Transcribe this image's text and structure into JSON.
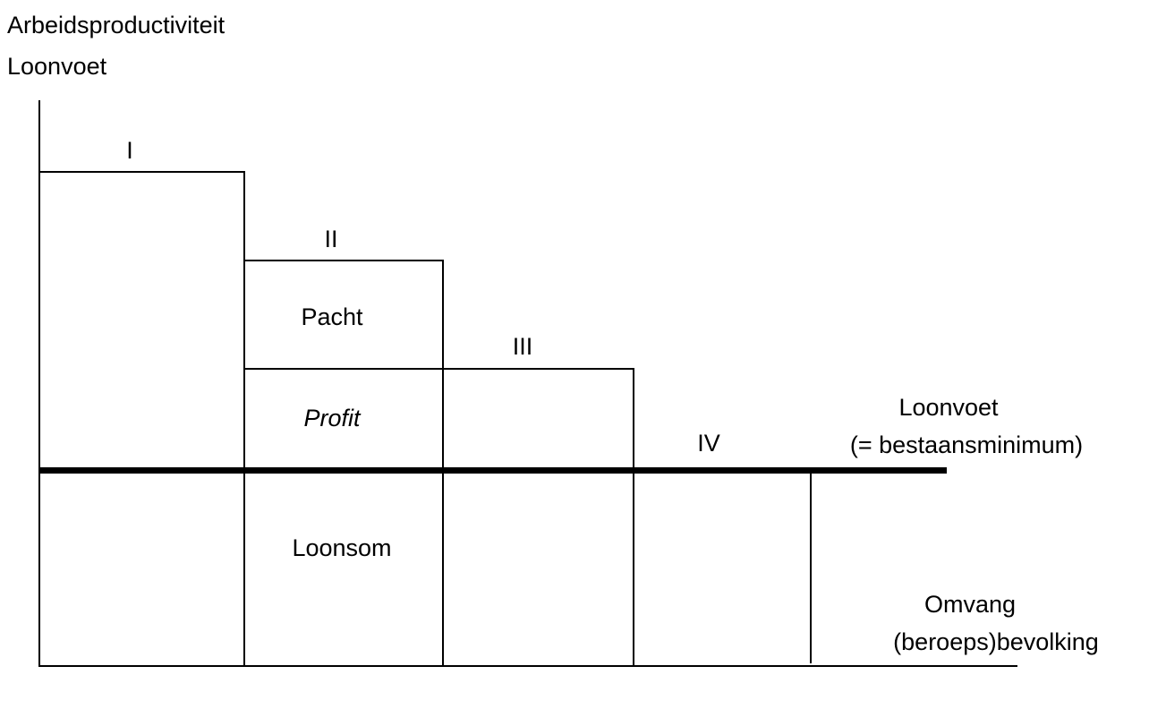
{
  "yaxis": {
    "label_line1": "Arbeidsproductiviteit",
    "label_line2": "Loonvoet"
  },
  "xaxis": {
    "label_line1": "Omvang",
    "label_line2": "(beroeps)bevolking"
  },
  "subsistence": {
    "label_line1": "Loonvoet",
    "label_line2": "(= bestaansminimum)"
  },
  "regions": {
    "r1": "I",
    "r2": "II",
    "r3": "III",
    "r4": "IV"
  },
  "areas": {
    "rent": "Pacht",
    "profit": "Profit",
    "wages": "Loonsom"
  }
}
